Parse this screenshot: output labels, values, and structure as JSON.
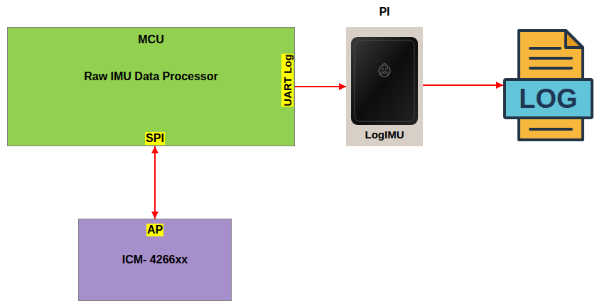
{
  "diagram": {
    "nodes": [
      {
        "text": [
          "MCU",
          "Raw IMU Data Processor"
        ]
      },
      {
        "text": [
          "PI",
          "LogIMU"
        ]
      },
      {
        "text": [
          "LOG"
        ]
      },
      {
        "text": [
          "AP",
          "ICM- 4266xx"
        ]
      }
    ],
    "edges": [
      {
        "from": 0,
        "to": 1,
        "arrow": "to"
      },
      {
        "from": 1,
        "to": 2,
        "arrow": "to"
      },
      {
        "from": 0,
        "to": 3,
        "arrow": "both"
      }
    ],
    "labels": [
      "UART Log",
      "SPI"
    ]
  }
}
